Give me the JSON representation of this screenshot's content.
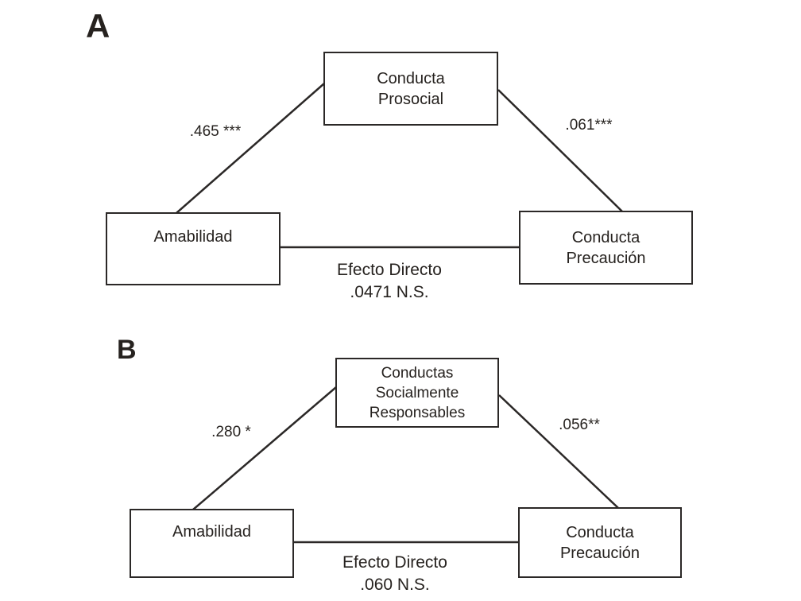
{
  "colors": {
    "ink": "#2b2827",
    "background": "#ffffff"
  },
  "panel_a": {
    "label": "A",
    "mediator_box": "Conducta\nProsocial",
    "predictor_box": "Amabilidad",
    "outcome_box": "Conducta\nPrecaución",
    "path_to_mediator_label": ".465 ***",
    "path_from_mediator_label": ".061***",
    "direct_effect_label": "Efecto Directo\n.0471 N.S."
  },
  "panel_b": {
    "label": "B",
    "mediator_box": "Conductas\nSocialmente\nResponsables",
    "predictor_box": "Amabilidad",
    "outcome_box": "Conducta\nPrecaución",
    "path_to_mediator_label": ".280 *",
    "path_from_mediator_label": ".056**",
    "direct_effect_label": "Efecto Directo\n.060 N.S."
  }
}
